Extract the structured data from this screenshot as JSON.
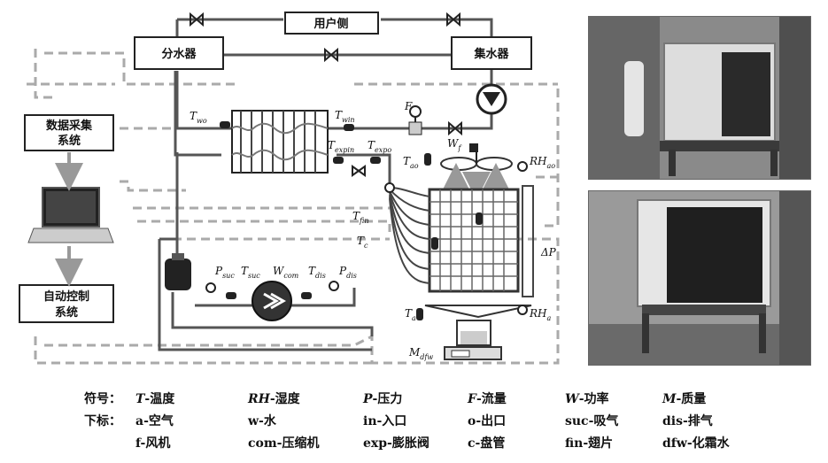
{
  "boxes": {
    "user_side": "用户侧",
    "distributor": "分水器",
    "collector": "集水器",
    "daq": "数据采集\n系统",
    "control": "自动控制\n系统"
  },
  "sensors": {
    "t_wo": {
      "sym": "T",
      "sub": "wo"
    },
    "t_win": {
      "sym": "T",
      "sub": "win"
    },
    "f": {
      "sym": "F",
      "sub": ""
    },
    "t_expin": {
      "sym": "T",
      "sub": "expin"
    },
    "t_expo": {
      "sym": "T",
      "sub": "expo"
    },
    "t_ao": {
      "sym": "T",
      "sub": "ao"
    },
    "w_f": {
      "sym": "W",
      "sub": "f"
    },
    "rh_ao": {
      "sym": "RH",
      "sub": "ao"
    },
    "t_fin": {
      "sym": "T",
      "sub": "fin"
    },
    "t_c": {
      "sym": "T",
      "sub": "c"
    },
    "delta_p": {
      "sym": "ΔP",
      "sub": ""
    },
    "p_suc": {
      "sym": "P",
      "sub": "suc"
    },
    "t_suc": {
      "sym": "T",
      "sub": "suc"
    },
    "w_com": {
      "sym": "W",
      "sub": "com"
    },
    "t_dis": {
      "sym": "T",
      "sub": "dis"
    },
    "p_dis": {
      "sym": "P",
      "sub": "dis"
    },
    "t_a": {
      "sym": "T",
      "sub": "a"
    },
    "rh_a": {
      "sym": "RH",
      "sub": "a"
    },
    "m_dfw": {
      "sym": "M",
      "sub": "dfw"
    }
  },
  "legend": {
    "row1_prefix": "符号：",
    "row1": [
      {
        "sym": "T",
        "desc": "-温度"
      },
      {
        "sym": "RH",
        "desc": "-湿度"
      },
      {
        "sym": "P",
        "desc": "-压力"
      },
      {
        "sym": "F",
        "desc": "-流量"
      },
      {
        "sym": "W",
        "desc": "-功率"
      },
      {
        "sym": "M",
        "desc": "-质量"
      }
    ],
    "row2_prefix": "下标：",
    "row2": [
      "a-空气",
      "w-水",
      "in-入口",
      "o-出口",
      "suc-吸气",
      "dis-排气"
    ],
    "row3": [
      "f-风机",
      "com-压缩机",
      "exp-膨胀阀",
      "c-盘管",
      "fin-翅片",
      "dfw-化霜水"
    ]
  }
}
